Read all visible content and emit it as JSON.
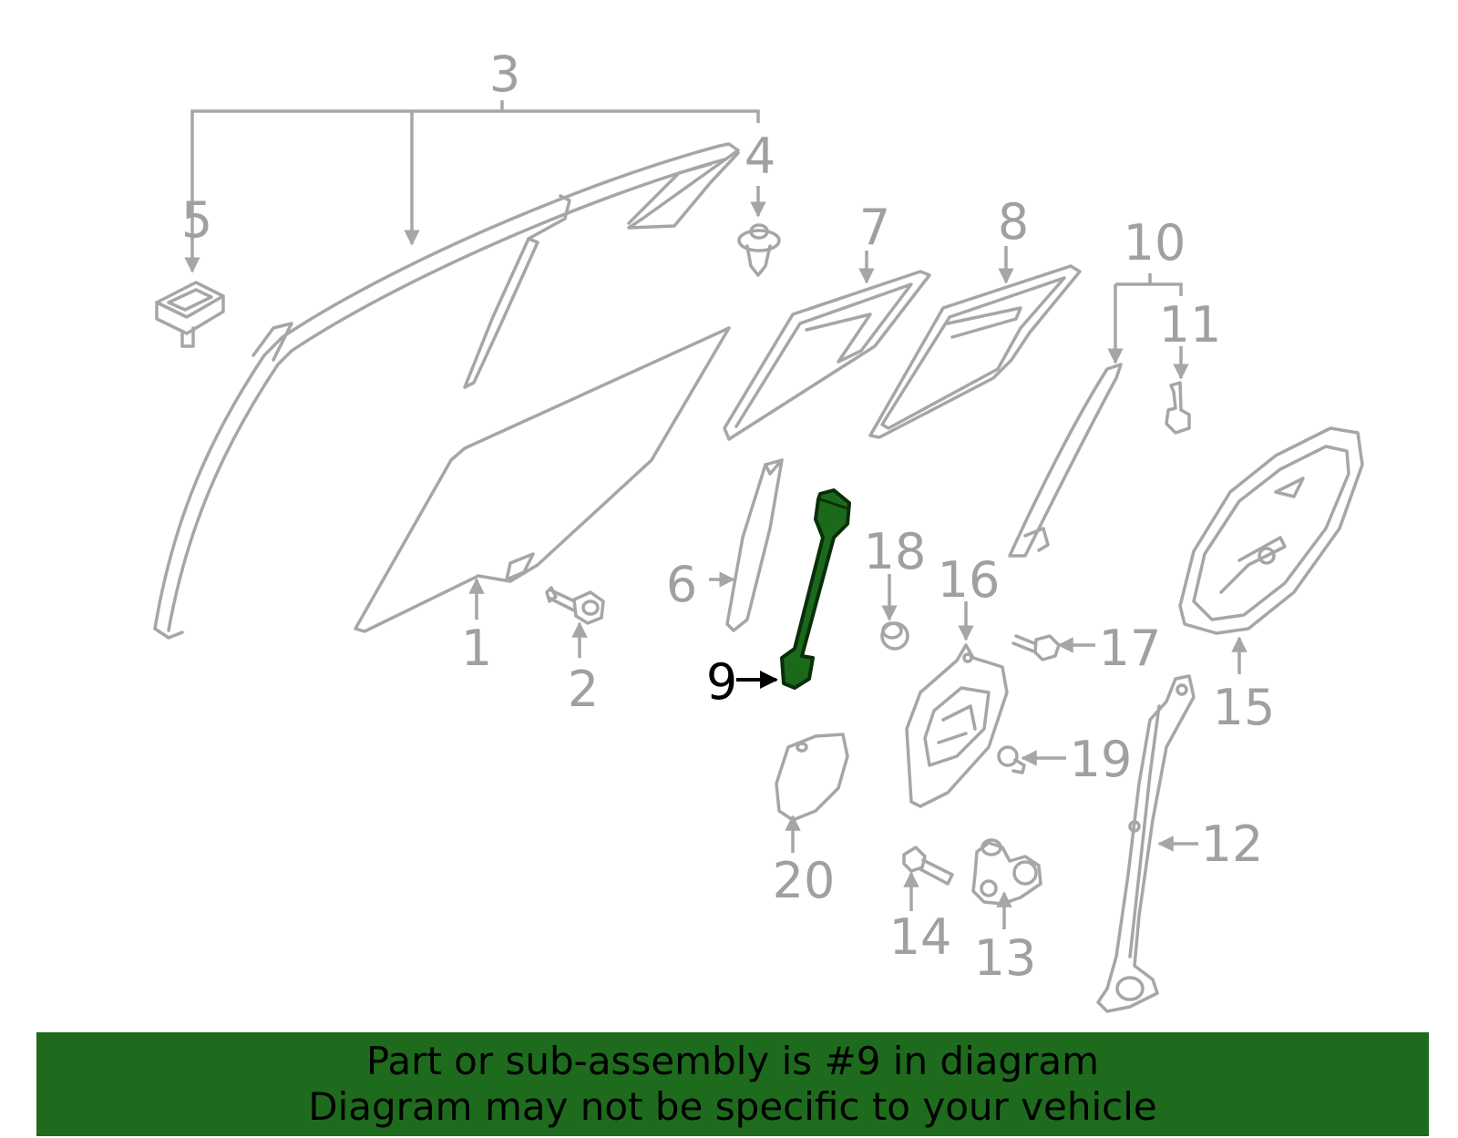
{
  "diagram": {
    "highlighted_part": "9",
    "highlight_color": "#1b6a1b",
    "callouts": [
      "1",
      "2",
      "3",
      "4",
      "5",
      "6",
      "7",
      "8",
      "9",
      "10",
      "11",
      "12",
      "13",
      "14",
      "15",
      "16",
      "17",
      "18",
      "19",
      "20"
    ]
  },
  "banner": {
    "line1": "Part or sub-assembly is #9 in diagram",
    "line2": "Diagram may not be specific to your vehicle",
    "background": "#1e6b1e"
  }
}
